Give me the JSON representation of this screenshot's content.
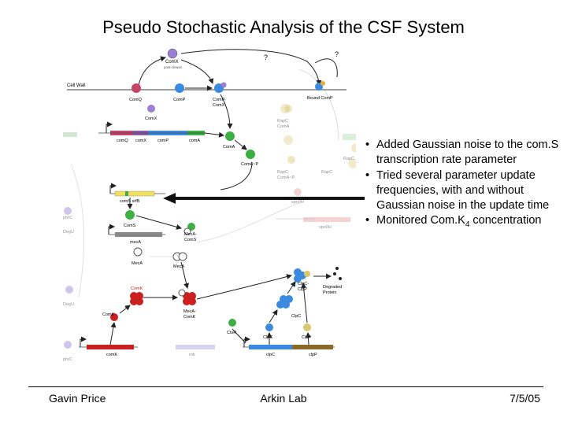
{
  "slide": {
    "title": "Pseudo Stochastic Analysis of the CSF System"
  },
  "diagram": {
    "comx_top": "ComX",
    "comx_top_sub": "post-cleave",
    "q1": "?",
    "q2": "?",
    "cell_wall": "Cell Wall",
    "comq": "ComQ",
    "comp": "ComP",
    "comp_comx": "ComP-\nComX",
    "bound_comp": "Bound ComP",
    "comx_mid": "ComX",
    "gene_comq": "comQ",
    "gene_comx": "comX",
    "gene_comp": "comP",
    "gene_coma": "comA",
    "coma": "ComA",
    "comap": "ComA~P",
    "rapc1": "RapC",
    "rapc_coma": "RapC-\nComA",
    "rapc2": "RapC",
    "rapc3": "RapC",
    "rapc4": "RapC",
    "rapc_comap": "RapC-\nComA~P",
    "gene_coms": "comS  srfB",
    "spo0h": "spo0H",
    "phrc_left": "phrC",
    "degu_left": "DegU",
    "coms": "ComS",
    "gene_meca": "mecA",
    "meca_coms": "MecA-\nComS",
    "meca": "MecA",
    "meca2": "MecA",
    "clpc_clpp": "ClpC-\nClpP",
    "degraded": "Degraded\nProtein",
    "comk4": "ComK",
    "meca_comk": "MecA-\nComK",
    "comk": "ComK",
    "clpc6": "ClpC",
    "ctsr": "CtsR",
    "clpc": "ClpC",
    "clpp": "ClpP",
    "gene_comk": "comK",
    "gene_rok": "rok",
    "gene_clpc": "clpC",
    "gene_clpp": "clpP",
    "phrc2": "phrC",
    "degu2": "DegU"
  },
  "bullets": [
    {
      "text": "Added Gaussian noise to the com.S transcription rate parameter"
    },
    {
      "text": "Tried several parameter update frequencies, with and without Gaussian noise in the update time"
    },
    {
      "pre": "Monitored Com.K",
      "sub": "4",
      "post": " concentration"
    }
  ],
  "footer": {
    "left": "Gavin Price",
    "center": "Arkin Lab",
    "right": "7/5/05"
  },
  "colors": {
    "arrow": "#111111",
    "comk_red": "#cc1f1f",
    "green_mol": "#3cb043",
    "blue_mol": "#2f7fd9",
    "purple_mol": "#7a5cc8",
    "faded": "#c8c8c8"
  }
}
